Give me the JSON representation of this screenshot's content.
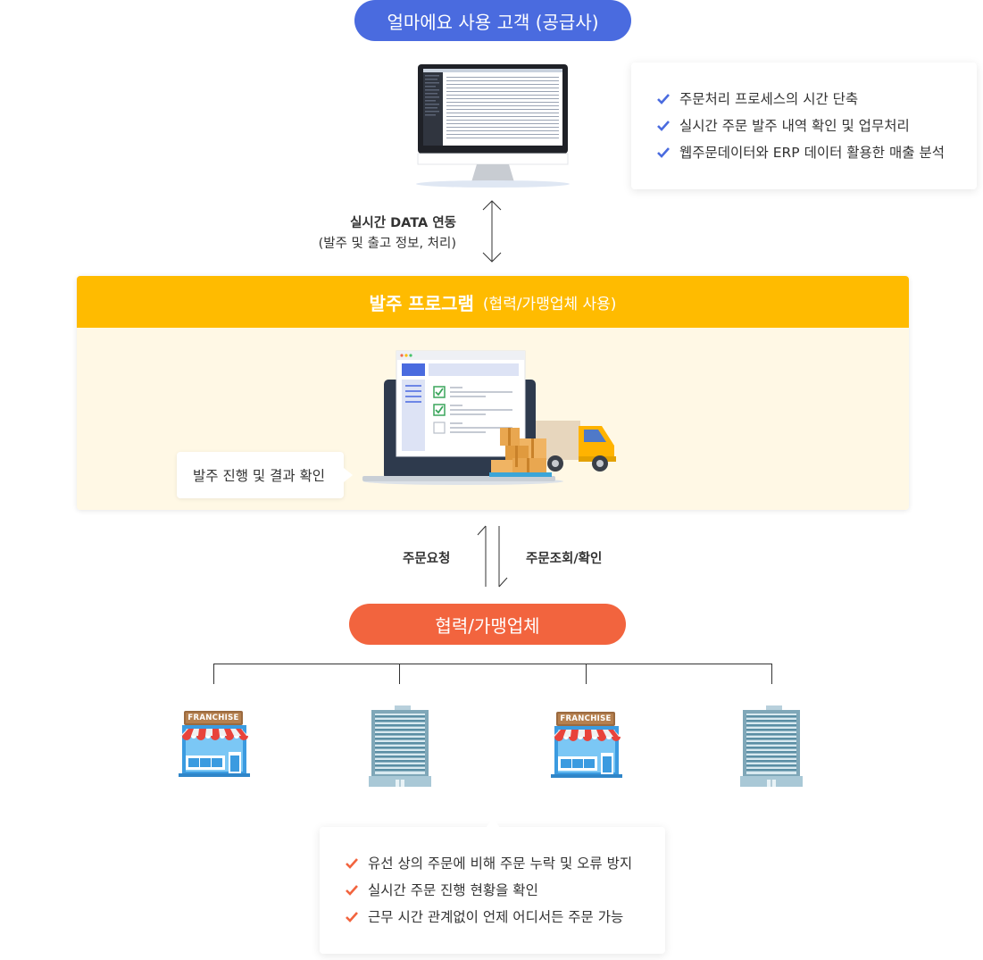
{
  "top_pill": "얼마에요 사용 고객 (공급사)",
  "top_benefits": [
    "주문처리 프로세스의 시간 단축",
    "실시간 주문 발주 내역 확인 및 업무처리",
    "웹주문데이터와 ERP 데이터 활용한 매출 분석"
  ],
  "sync": {
    "title": "실시간 DATA 연동",
    "subtitle": "(발주 및 출고 정보, 처리)"
  },
  "program": {
    "title": "발주 프로그램",
    "subtitle": "(협력/가맹업체 사용)",
    "bubble": "발주 진행 및 결과 확인"
  },
  "order_request": "주문요청",
  "order_check": "주문조회/확인",
  "partner_pill": "협력/가맹업체",
  "franchise_sign": "FRANCHISE",
  "bottom_benefits": [
    "유선 상의 주문에 비해  주문 누락 및 오류 방지",
    "실시간 주문 진행 현황을 확인",
    "근무 시간 관계없이 언제 어디서든 주문 가능"
  ],
  "colors": {
    "blue": "#4a6bdf",
    "orange": "#f2643e",
    "yellow": "#ffbb00",
    "panel_bg": "#fff8e5"
  }
}
